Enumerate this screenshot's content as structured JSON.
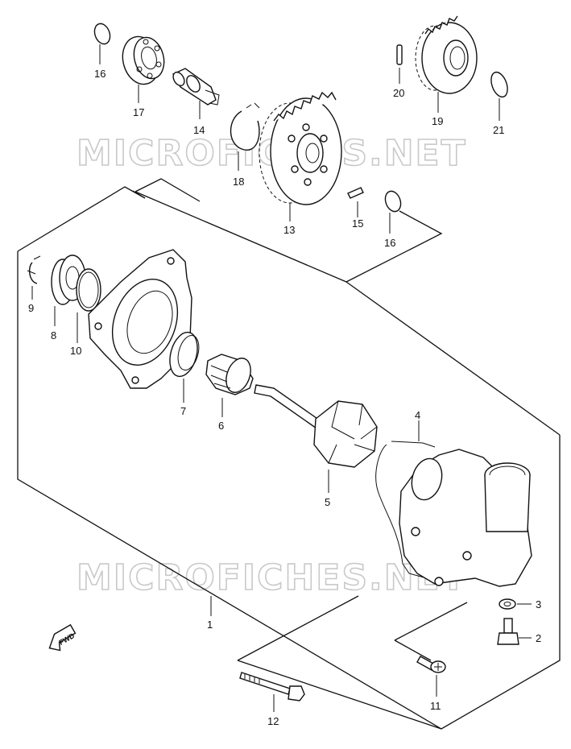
{
  "watermark": "MICROFICHES.NET",
  "fwd_label": "FWD",
  "callouts": {
    "1": "1",
    "2": "2",
    "3": "3",
    "4": "4",
    "5": "5",
    "6": "6",
    "7": "7",
    "8": "8",
    "9": "9",
    "10": "10",
    "11": "11",
    "12": "12",
    "13": "13",
    "14": "14",
    "15": "15",
    "16a": "16",
    "16b": "16",
    "17": "17",
    "18": "18",
    "19": "19",
    "20": "20",
    "21": "21"
  }
}
